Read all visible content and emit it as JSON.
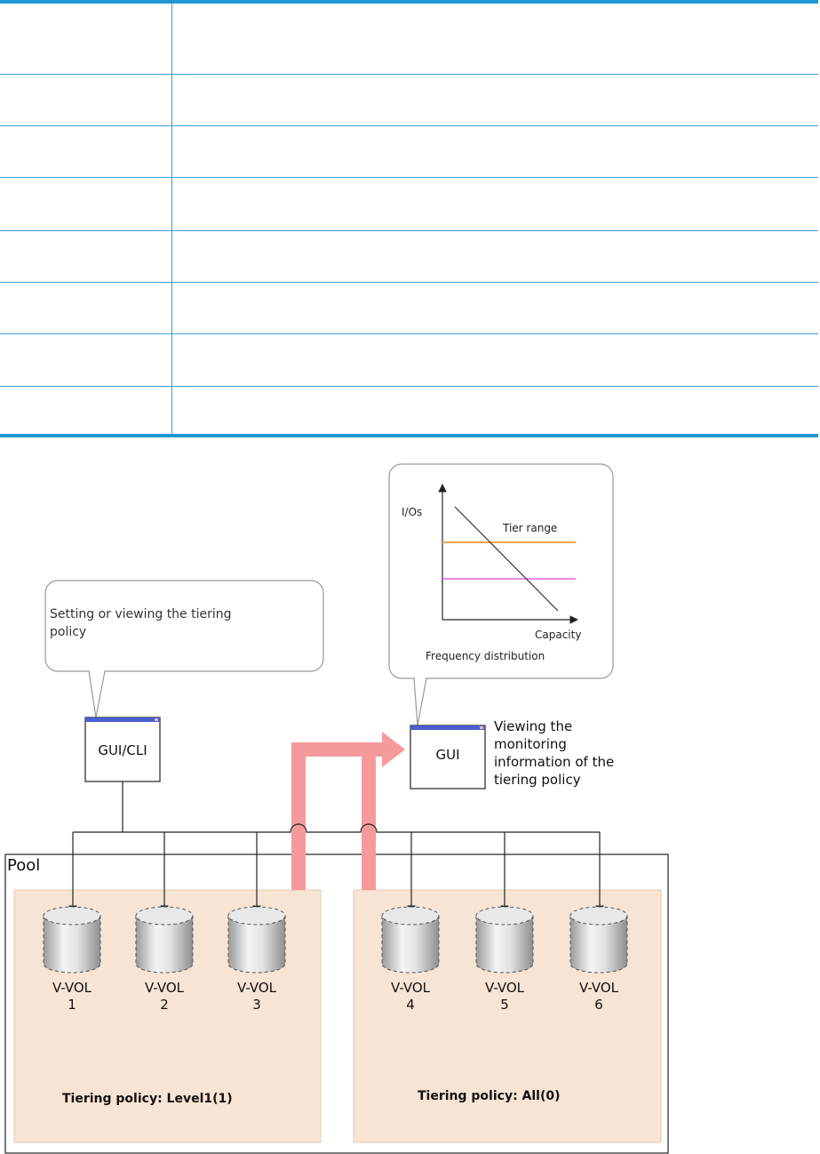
{
  "table": {
    "rows": [
      {
        "col1": "",
        "col2": ""
      },
      {
        "col1": "",
        "col2": ""
      },
      {
        "col1": "",
        "col2": ""
      },
      {
        "col1": "",
        "col2": ""
      },
      {
        "col1": "",
        "col2": ""
      },
      {
        "col1": "",
        "col2": ""
      },
      {
        "col1": "",
        "col2": ""
      },
      {
        "col1": "",
        "col2": ""
      }
    ]
  },
  "diagram": {
    "callout_left": {
      "line1": "Setting or viewing the tiering",
      "line2": "policy"
    },
    "gui_cli_label": "GUI/CLI",
    "gui_label": "GUI",
    "monitoring_text": {
      "line1": "Viewing the",
      "line2": "monitoring",
      "line3": "information of the",
      "line4": "tiering policy"
    },
    "chart": {
      "y_label": "I/Os",
      "x_label": "Capacity",
      "caption": "Frequency distribution",
      "tier_range_label": "Tier range"
    },
    "pool_label": "Pool",
    "volumes": [
      {
        "name": "V-VOL",
        "number": "1"
      },
      {
        "name": "V-VOL",
        "number": "2"
      },
      {
        "name": "V-VOL",
        "number": "3"
      },
      {
        "name": "V-VOL",
        "number": "4"
      },
      {
        "name": "V-VOL",
        "number": "5"
      },
      {
        "name": "V-VOL",
        "number": "6"
      }
    ],
    "policy_left": "Tiering policy:  Level1(1)",
    "policy_right": "Tiering policy:  All(0)",
    "colors": {
      "table_border": "#1f97d3",
      "group_fill": "#f8e4d4",
      "arrow_pink": "#f59a9a",
      "tier_orange": "#f7a24a",
      "tier_magenta": "#e060e0",
      "window_titlebar": "#4a5fd1"
    }
  }
}
